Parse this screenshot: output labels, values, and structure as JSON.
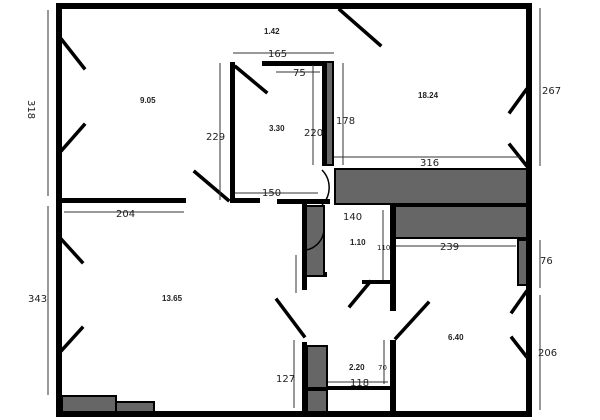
{
  "rooms": {
    "hall_top": "1.42",
    "room_topleft": "9.05",
    "room_small": "3.30",
    "room_topright": "18.24",
    "wc": "1.10",
    "room_bottomleft": "13.65",
    "bath": "2.20",
    "room_bottomright": "6.40"
  },
  "dimensions": {
    "d318": "318",
    "d267": "267",
    "d165": "165",
    "d75": "75",
    "d229": "229",
    "d220": "220",
    "d178": "178",
    "d316": "316",
    "d150": "150",
    "d204": "204",
    "d140": "140",
    "d110": "110",
    "d239": "239",
    "d76": "76",
    "d343": "343",
    "d206": "206",
    "d127": "127",
    "d70": "70",
    "d118": "118"
  },
  "colors": {
    "wall": "#000000",
    "fixture": "#666666"
  }
}
